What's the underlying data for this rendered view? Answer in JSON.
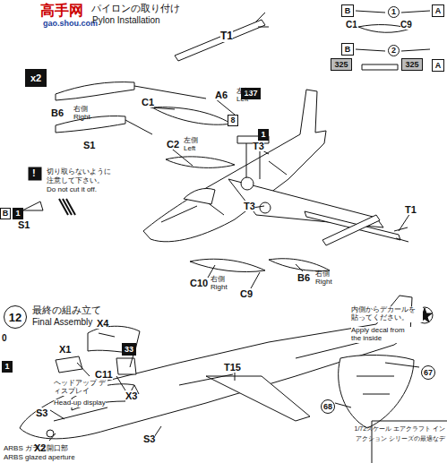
{
  "diagram": {
    "nodes": [
      {
        "text": [
          "B"
        ]
      },
      {
        "text": [
          "1"
        ]
      },
      {
        "text": [
          "A"
        ]
      },
      {
        "text": [
          "B"
        ]
      },
      {
        "text": [
          "2"
        ]
      },
      {
        "text": [
          "325"
        ]
      },
      {
        "text": [
          "325"
        ]
      },
      {
        "text": [
          "A"
        ]
      },
      {
        "text": [
          "x2"
        ]
      },
      {
        "text": [
          "137"
        ]
      },
      {
        "text": [
          "8"
        ]
      },
      {
        "text": [
          "1"
        ]
      },
      {
        "text": [
          "B"
        ]
      },
      {
        "text": [
          "1"
        ]
      },
      {
        "text": [
          "12"
        ]
      },
      {
        "text": [
          "33"
        ]
      },
      {
        "text": [
          "1"
        ]
      },
      {
        "text": [
          "67"
        ]
      },
      {
        "text": [
          "68"
        ]
      }
    ],
    "labels": [
      "高手网",
      "gao.shou.com",
      "パイロンの取り付け",
      "Pylon Installation",
      "T1",
      "A6",
      "左側",
      "Left",
      "B6",
      "右側",
      "Right",
      "S1",
      "切り取らないように",
      "注意して下さい。",
      "Do not cut it off.",
      "!",
      "S1",
      "C1",
      "C2",
      "左側",
      "Left",
      "T3",
      "C1",
      "C9",
      "T3",
      "T1",
      "C10",
      "右側",
      "Right",
      "C9",
      "B6",
      "右側",
      "Right",
      "0",
      "最終の組み立て",
      "Final Assembly",
      "X4",
      "X1",
      "C11",
      "T15",
      "X3",
      "ヘッドアップ ディスプレイ",
      "Head-up display",
      "S3",
      "S3",
      "X2",
      "ARBS ガラス開口部",
      "ARBS glazed aperture",
      "内側からデカールを 貼ってください。",
      "Apply decal from the inside",
      "1/72スケール エアクラフト イン",
      "アクション シリーズの最適なデ"
    ]
  }
}
